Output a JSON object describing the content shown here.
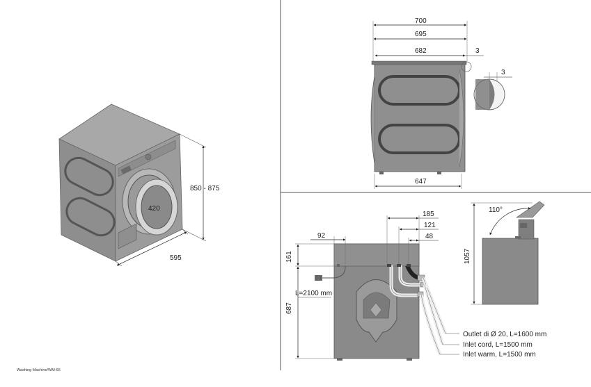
{
  "caption": "Washing Machine/WM-65",
  "iso_view": {
    "height_label": "850 - 875",
    "width_label": "595",
    "door_label": "420"
  },
  "top_right": {
    "d700": "700",
    "d695": "695",
    "d682": "682",
    "d3a": "3",
    "d3b": "3",
    "d647": "647"
  },
  "bottom_left": {
    "d92": "92",
    "d185": "185",
    "d121": "121",
    "d48": "48",
    "d161": "161",
    "d687": "687",
    "hose": "L=2100 mm",
    "outlet": "Outlet di Ø 20, L=1600 mm",
    "inlet_cord": "Inlet cord, L=1500 mm",
    "inlet_warm": "Inlet warm, L=1500 mm"
  },
  "bottom_right": {
    "angle": "110°",
    "d1057": "1057"
  }
}
